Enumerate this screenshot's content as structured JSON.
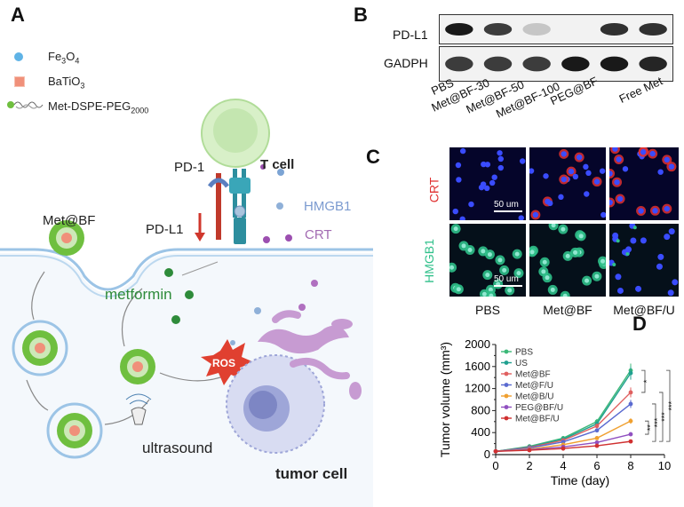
{
  "panels": {
    "a": "A",
    "b": "B",
    "c": "C",
    "d": "D"
  },
  "legend": {
    "fe3o4": {
      "base": "Fe",
      "sub1": "3",
      "mid": "O",
      "sub2": "4"
    },
    "batio3": {
      "base": "BaTiO",
      "sub": "3"
    },
    "met": {
      "base": "Met-DSPE-PEG",
      "sub": "2000"
    }
  },
  "schematic": {
    "pd1": "PD-1",
    "pdl1": "PD-L1",
    "tcell": "T cell",
    "hmgb1": "HMGB1",
    "crt": "CRT",
    "metbf": "Met@BF",
    "metformin": "metformin",
    "ros": "ROS",
    "ultrasound": "ultrasound",
    "tumor": "tumor cell"
  },
  "blot": {
    "rows": [
      "PD-L1",
      "GADPH"
    ],
    "lanes": [
      "PBS",
      "Met@BF-30",
      "Met@BF-50",
      "Met@BF-100",
      "PEG@BF",
      "Free Met"
    ],
    "pdl1_intensity": [
      1.0,
      0.85,
      0.25,
      0.0,
      0.9,
      0.9
    ],
    "gapdh_intensity": [
      0.85,
      0.85,
      0.85,
      1.0,
      1.0,
      0.95
    ]
  },
  "microscopy": {
    "rows": [
      "CRT",
      "HMGB1"
    ],
    "columns": [
      "PBS",
      "Met@BF",
      "Met@BF/U"
    ],
    "scale_bar": "50 um",
    "colors": {
      "crt": "#e03030",
      "hmgb1": "#2fc08a",
      "nuclei": "#3a4cff"
    }
  },
  "chart_data": {
    "type": "line",
    "xlabel": "Time (day)",
    "ylabel": "Tumor volume (mm³)",
    "xlim": [
      0,
      10
    ],
    "ylim": [
      0,
      2000
    ],
    "xticks": [
      0,
      2,
      4,
      6,
      8,
      10
    ],
    "yticks": [
      0,
      200,
      400,
      600,
      800,
      1000,
      1200,
      1400,
      1600,
      1800,
      2000
    ],
    "x": [
      0,
      2,
      4,
      6,
      8
    ],
    "legend_position": "top-left",
    "series": [
      {
        "name": "PBS",
        "color": "#3cb878",
        "values": [
          60,
          150,
          300,
          600,
          1530
        ]
      },
      {
        "name": "US",
        "color": "#20a090",
        "values": [
          60,
          140,
          280,
          560,
          1480
        ]
      },
      {
        "name": "Met@BF",
        "color": "#e06060",
        "values": [
          60,
          130,
          260,
          520,
          1130
        ]
      },
      {
        "name": "Met@F/U",
        "color": "#5a6ad0",
        "values": [
          60,
          120,
          230,
          440,
          920
        ]
      },
      {
        "name": "Met@B/U",
        "color": "#f0a030",
        "values": [
          60,
          100,
          180,
          300,
          610
        ]
      },
      {
        "name": "PEG@BF/U",
        "color": "#9050c0",
        "values": [
          60,
          90,
          140,
          220,
          370
        ]
      },
      {
        "name": "Met@BF/U",
        "color": "#d03030",
        "values": [
          60,
          80,
          110,
          160,
          240
        ]
      }
    ],
    "significance": [
      "*",
      "**",
      "***",
      "***",
      "***"
    ]
  }
}
